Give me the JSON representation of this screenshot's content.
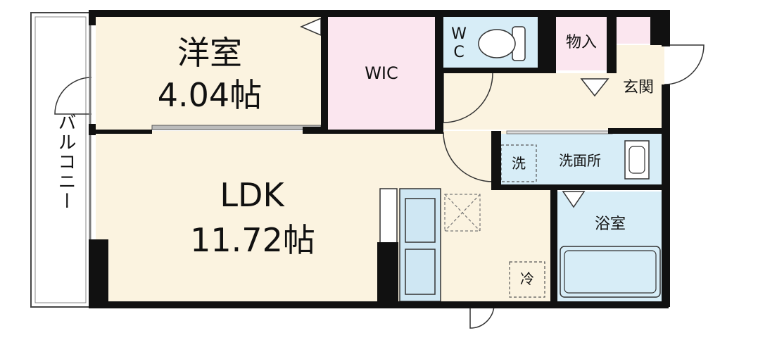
{
  "rooms": {
    "western_room": {
      "name": "洋室",
      "size": "4.04帖"
    },
    "ldk": {
      "name": "LDK",
      "size": "11.72帖"
    },
    "wic": "WIC",
    "wc": [
      "W",
      "C"
    ],
    "storage": "物入",
    "entrance": "玄関",
    "washroom": "洗面所",
    "bathroom": "浴室",
    "balcony": "バルコニー"
  },
  "fixtures": {
    "washer": "洗",
    "fridge": "冷"
  },
  "colors": {
    "wall": "#111111",
    "room_floor": "#fbf3e0",
    "wic_floor": "#fbe6ef",
    "wet_area": "#d7edf7",
    "kitchen_counter": "#cfe7f3",
    "balcony": "#ffffff"
  }
}
